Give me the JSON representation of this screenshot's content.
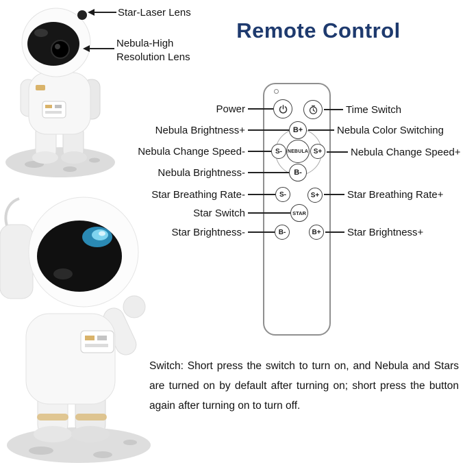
{
  "title": "Remote Control",
  "callouts": {
    "star_laser": "Star-Laser Lens",
    "nebula_lens": "Nebula-High Resolution Lens"
  },
  "remote": {
    "buttons": {
      "power_icon": "power-icon",
      "time_icon": "timer-clock-icon",
      "nebula_b_plus": "B+",
      "nebula_s_minus": "S-",
      "nebula_center": "NEBULA",
      "nebula_s_plus": "S+",
      "nebula_b_minus": "B-",
      "rate_s_minus": "S-",
      "rate_s_plus": "S+",
      "star": "STAR",
      "bright_b_minus": "B-",
      "bright_b_plus": "B+"
    },
    "left_labels": {
      "power": "Power",
      "nebula_brightness_plus": "Nebula Brightness+",
      "nebula_change_speed_minus": "Nebula Change Speed-",
      "nebula_brightness_minus": "Nebula Brightness-",
      "star_breathing_rate_minus": "Star Breathing Rate-",
      "star_switch": "Star Switch",
      "star_brightness_minus": "Star Brightness-"
    },
    "right_labels": {
      "time_switch": "Time Switch",
      "nebula_color_switching": "Nebula Color Switching",
      "nebula_change_speed_plus": "Nebula Change Speed+",
      "star_breathing_rate_plus": "Star Breathing Rate+",
      "star_brightness_plus": "Star Brightness+"
    }
  },
  "note": "Switch: Short press the switch to turn on, and Nebula and Stars are turned on by default after turning on; short press the button again after turning on to turn off.",
  "colors": {
    "title": "#1e3a6e",
    "text": "#111111",
    "line": "#222222",
    "remote_border": "#8f8f8f",
    "nebula_glow": "#5fc6e8",
    "gold_accent": "#d9b36a"
  }
}
